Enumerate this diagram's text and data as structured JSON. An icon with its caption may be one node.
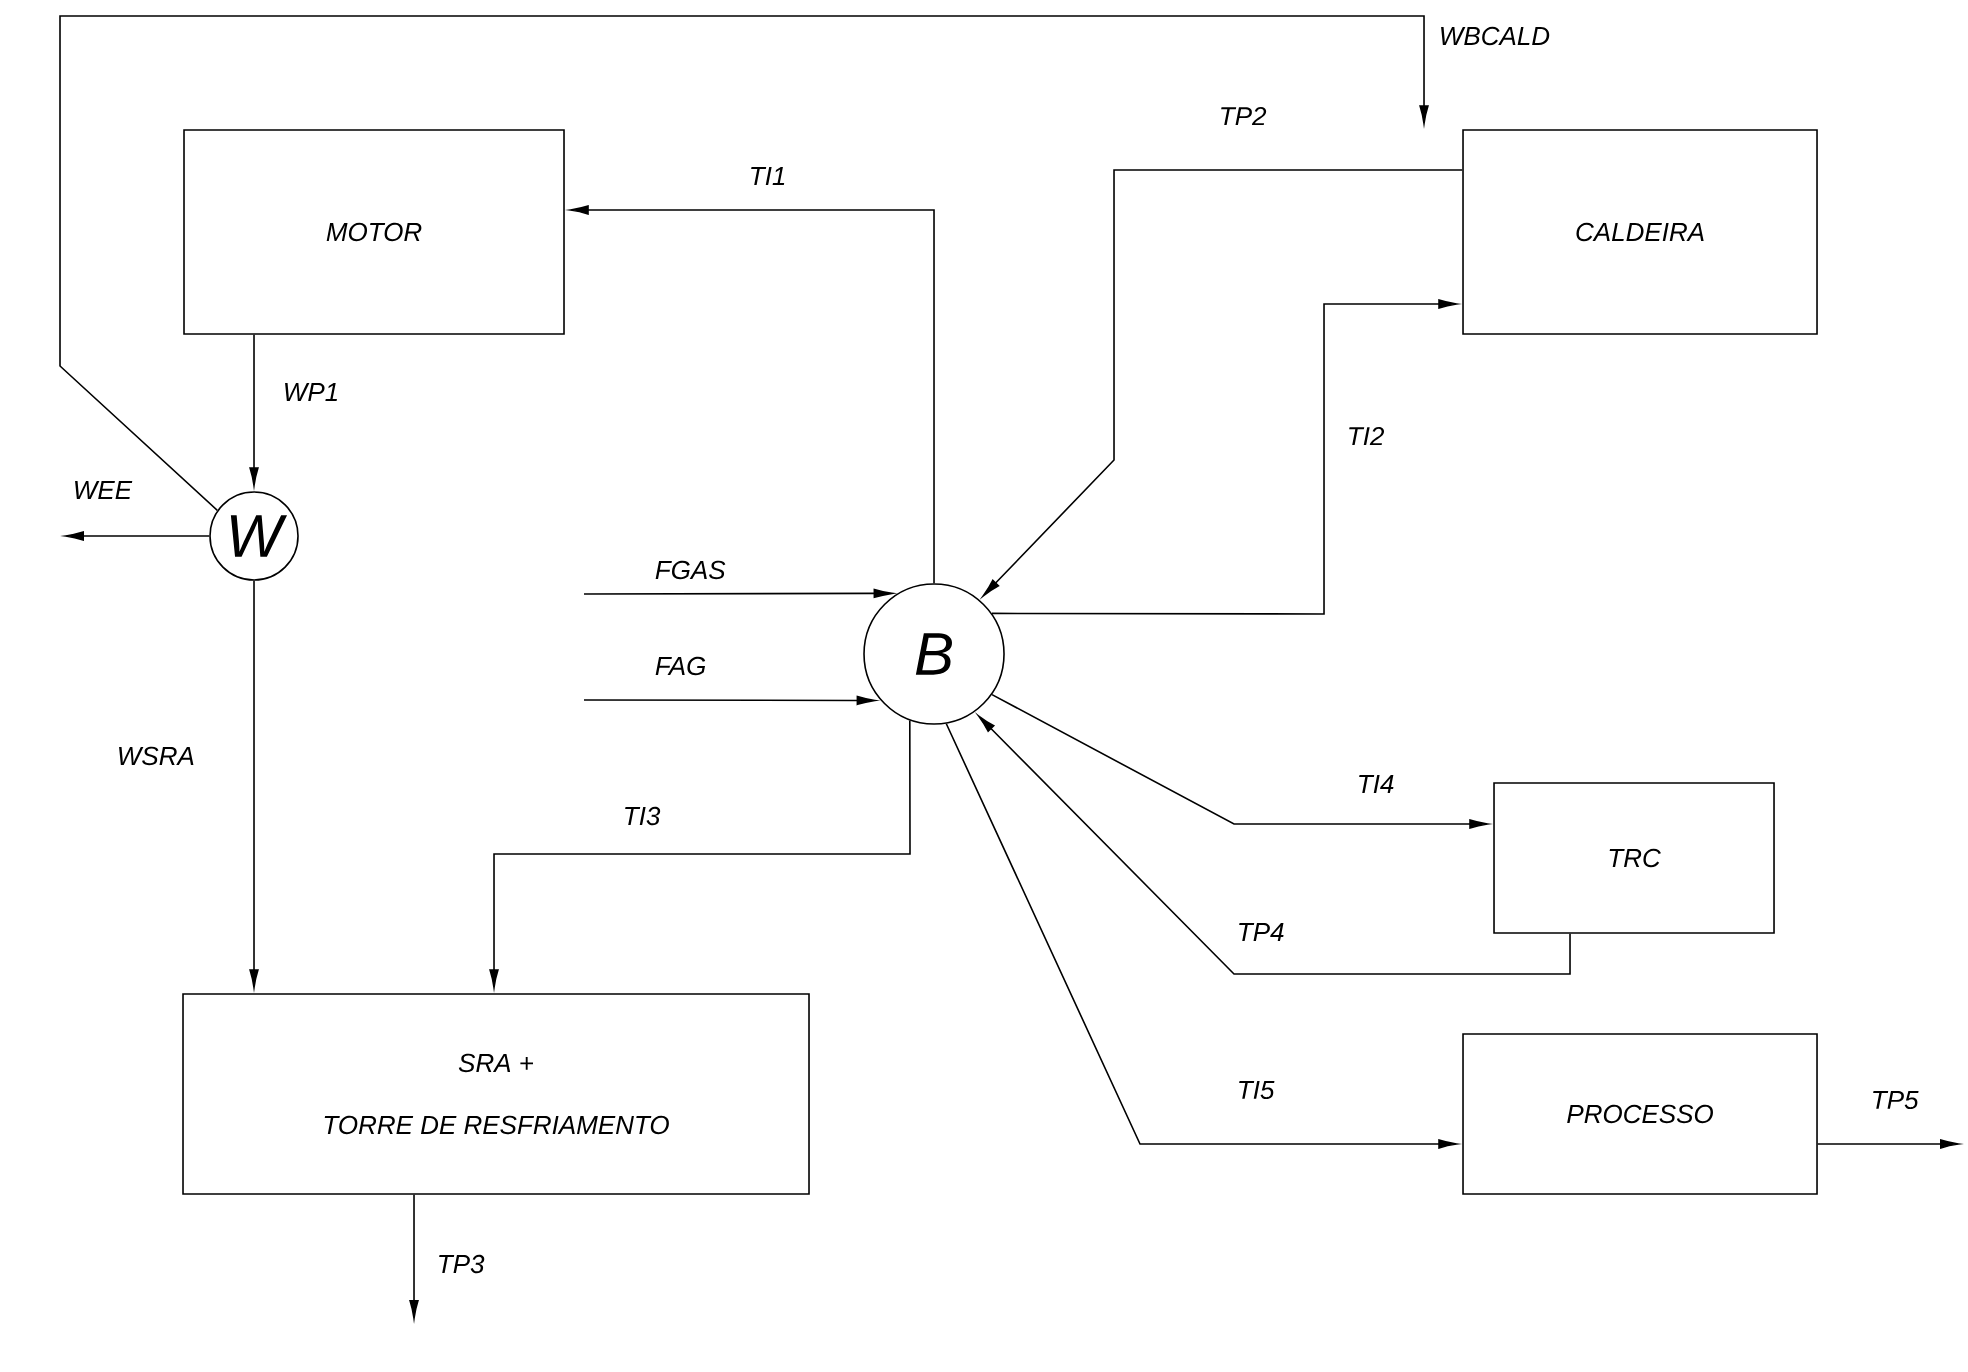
{
  "diagram": {
    "nodes": [
      {
        "text": [
          "MOTOR"
        ]
      },
      {
        "text": [
          "CALDEIRA"
        ]
      },
      {
        "text": [
          "W"
        ]
      },
      {
        "text": [
          "B"
        ]
      },
      {
        "text": [
          "TRC"
        ]
      },
      {
        "text": [
          "SRA +",
          "TORRE DE RESFRIAMENTO"
        ]
      },
      {
        "text": [
          "PROCESSO"
        ]
      }
    ],
    "edges": [
      {
        "from": 2,
        "to": 1,
        "arrow": "to",
        "label": "WBCALD"
      },
      {
        "from": 3,
        "to": 0,
        "arrow": "to",
        "label": "TI1"
      },
      {
        "from": 1,
        "to": 3,
        "arrow": "to",
        "label": "TP2"
      },
      {
        "from": 0,
        "to": 2,
        "arrow": "to",
        "label": "WP1"
      },
      {
        "from": 3,
        "to": 1,
        "arrow": "to",
        "label": "TI2"
      },
      {
        "from": 2,
        "to": null,
        "arrow": "to",
        "label": "WEE"
      },
      {
        "from": null,
        "to": 3,
        "arrow": "to",
        "label": "FGAS"
      },
      {
        "from": null,
        "to": 3,
        "arrow": "to",
        "label": "FAG"
      },
      {
        "from": 2,
        "to": 5,
        "arrow": "to",
        "label": "WSRA"
      },
      {
        "from": 3,
        "to": 5,
        "arrow": "to",
        "label": "TI3"
      },
      {
        "from": 3,
        "to": 4,
        "arrow": "to",
        "label": "TI4"
      },
      {
        "from": 4,
        "to": 3,
        "arrow": "to",
        "label": "TP4"
      },
      {
        "from": 3,
        "to": 6,
        "arrow": "to",
        "label": "TI5"
      },
      {
        "from": 6,
        "to": null,
        "arrow": "to",
        "label": "TP5"
      },
      {
        "from": 5,
        "to": null,
        "arrow": "to",
        "label": "TP3"
      }
    ]
  }
}
